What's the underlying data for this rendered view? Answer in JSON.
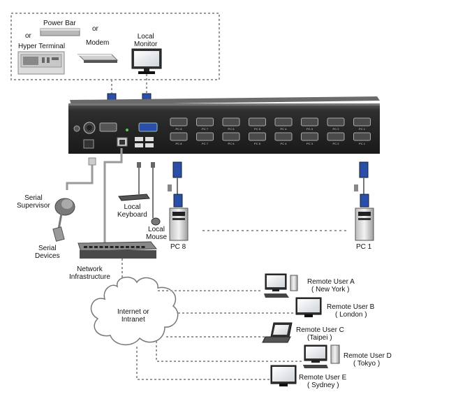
{
  "labels": {
    "power_bar": "Power Bar",
    "or_1": "or",
    "or_2": "or",
    "hyper_terminal": "Hyper Terminal",
    "modem": "Modem",
    "local_monitor": "Local\nMonitor",
    "serial_supervisor": "Serial\nSupervisor",
    "serial_devices": "Serial\nDevices",
    "local_keyboard": "Local\nKeyboard",
    "local_mouse": "Local\nMouse",
    "pc_8": "PC 8",
    "pc_1": "PC 1",
    "network_infrastructure": "Network\nInfrastructure",
    "internet": "Internet or\nIntranet"
  },
  "kvm_ports": {
    "top_row": [
      "PC 8",
      "PC 7",
      "PC 6",
      "PC 5",
      "PC 4",
      "PC 3",
      "PC 2",
      "PC 1"
    ],
    "bottom_row": [
      "PC 8",
      "PC 7",
      "PC 6",
      "PC 5",
      "PC 4",
      "PC 3",
      "PC 2",
      "PC 1"
    ]
  },
  "remote_users": [
    {
      "name": "Remote User A",
      "city": "( New York )"
    },
    {
      "name": "Remote User B",
      "city": "( London )"
    },
    {
      "name": "Remote User C",
      "city": "(Taipei )"
    },
    {
      "name": "Remote User D",
      "city": "( Tokyo )"
    },
    {
      "name": "Remote User E",
      "city": "( Sydney )"
    }
  ],
  "colors": {
    "chassis": "#2b2b2b",
    "vga_blue": "#2b4fa8",
    "dotted_line": "#999999",
    "cable": "#9a9a9a"
  }
}
